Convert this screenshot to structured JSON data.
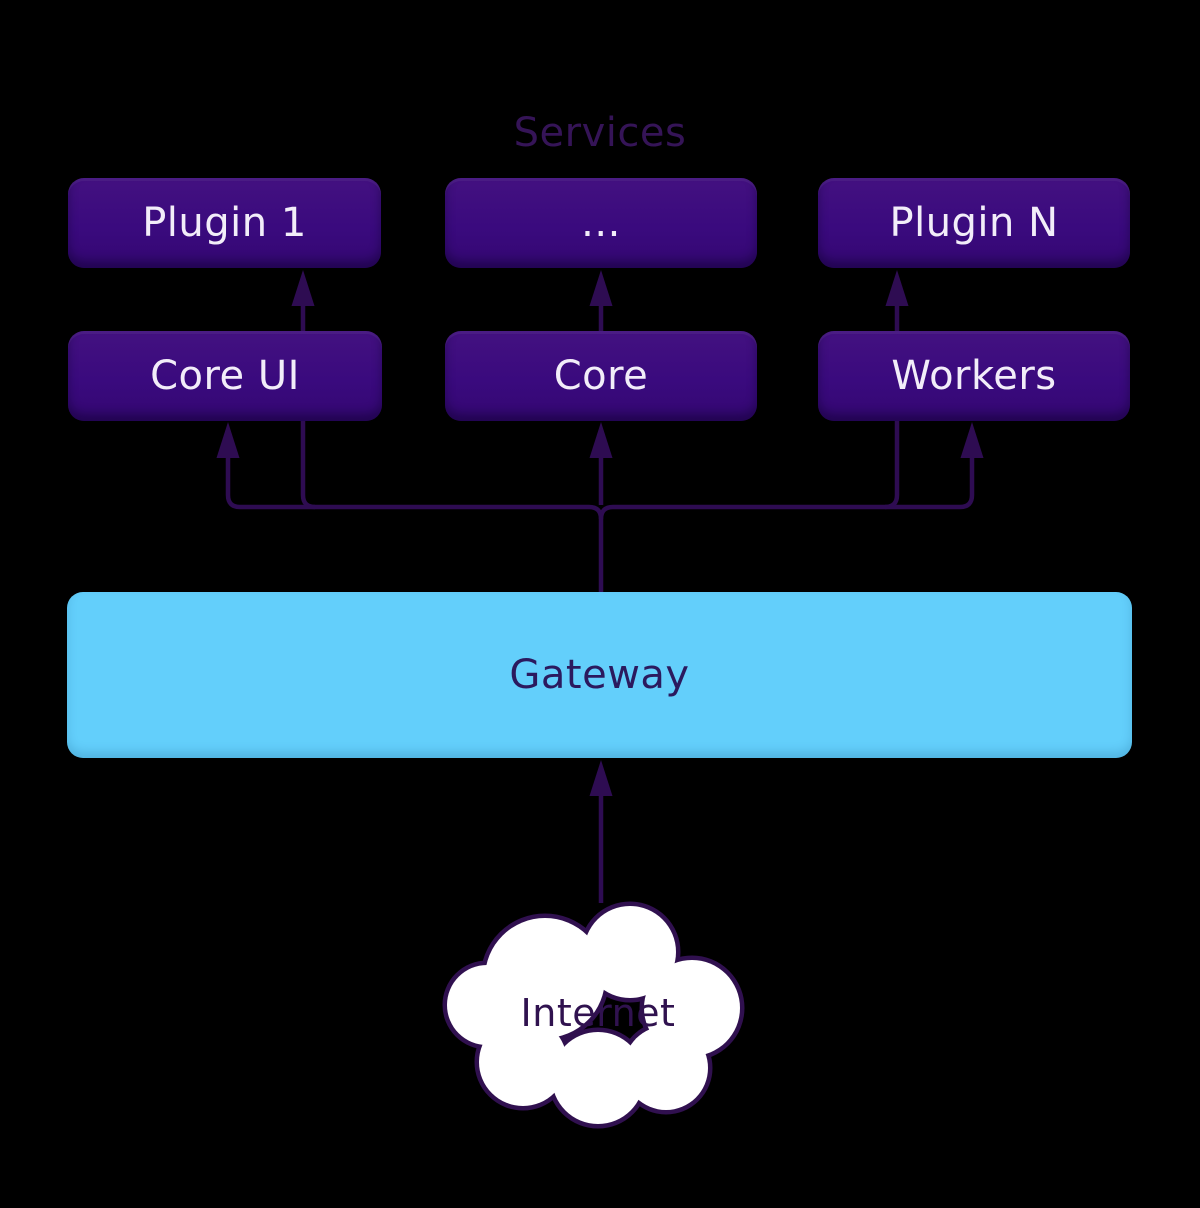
{
  "diagram": {
    "title": "Services",
    "nodes": {
      "plugin1": {
        "label": "Plugin 1"
      },
      "plugin_middle": {
        "label": "..."
      },
      "pluginN": {
        "label": "Plugin N"
      },
      "core_ui": {
        "label": "Core UI"
      },
      "core": {
        "label": "Core"
      },
      "workers": {
        "label": "Workers"
      },
      "gateway": {
        "label": "Gateway"
      },
      "internet": {
        "label": "Internet"
      }
    },
    "edges": [
      {
        "from": "internet",
        "to": "gateway"
      },
      {
        "from": "gateway",
        "to": "core_ui"
      },
      {
        "from": "gateway",
        "to": "core"
      },
      {
        "from": "gateway",
        "to": "workers"
      },
      {
        "from": "core_ui",
        "to": "plugin1"
      },
      {
        "from": "core",
        "to": "plugin_middle"
      },
      {
        "from": "workers",
        "to": "pluginN"
      }
    ],
    "colors": {
      "service_box": "#3a0a7e",
      "gateway_box": "#63cffb",
      "connector": "#2e0c52",
      "title_text": "#351457",
      "service_box_text": "#f2edf9",
      "gateway_text": "#2b1a5e",
      "internet_text": "#30124f",
      "cloud_fill": "#ffffff",
      "cloud_outline": "#30104f",
      "background": "#000000"
    }
  }
}
